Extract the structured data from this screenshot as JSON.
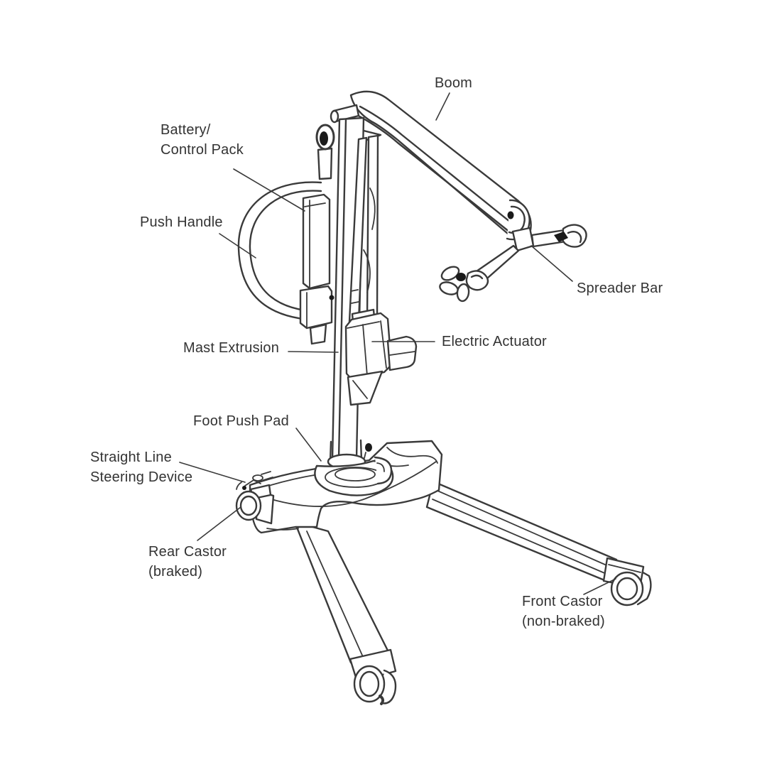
{
  "diagram": {
    "subject": "patient-hoist-parts-diagram",
    "colors": {
      "line": "#3a3a3a",
      "text": "#333333",
      "background": "#ffffff"
    },
    "labels": {
      "boom": {
        "text": "Boom"
      },
      "battery": {
        "line1": "Battery/",
        "line2": "Control Pack"
      },
      "push_handle": {
        "text": "Push Handle"
      },
      "spreader_bar": {
        "text": "Spreader Bar"
      },
      "mast_extrusion": {
        "text": "Mast Extrusion"
      },
      "electric_actuator": {
        "text": "Electric Actuator"
      },
      "foot_push_pad": {
        "text": "Foot Push Pad"
      },
      "steering_device": {
        "line1": "Straight Line",
        "line2": "Steering Device"
      },
      "rear_castor": {
        "line1": "Rear Castor",
        "line2": "(braked)"
      },
      "front_castor": {
        "line1": "Front Castor",
        "line2": "(non-braked)"
      }
    }
  }
}
